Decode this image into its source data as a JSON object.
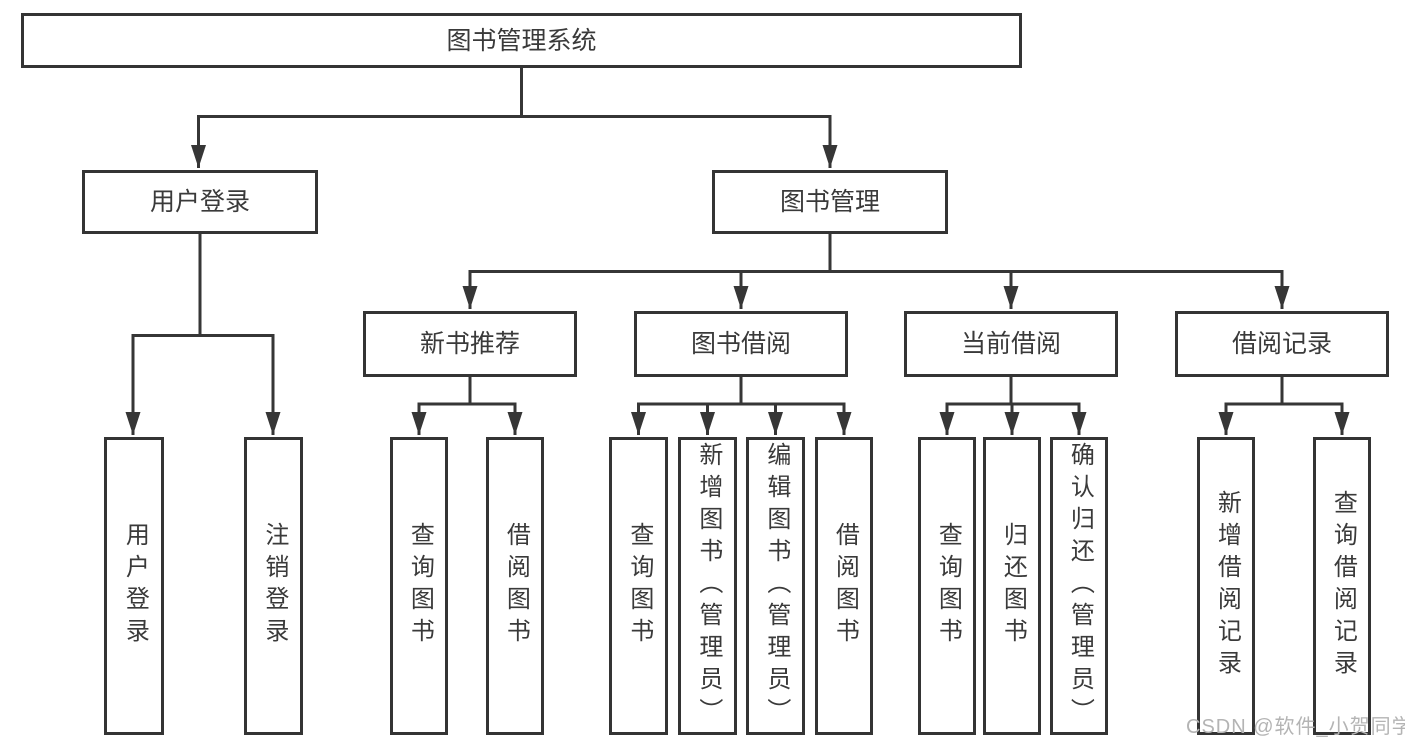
{
  "tree": {
    "root": {
      "label": "图书管理系统"
    },
    "login": {
      "label": "用户登录",
      "children": [
        "用户登录",
        "注销登录"
      ]
    },
    "management": {
      "label": "图书管理",
      "groups": [
        {
          "label": "新书推荐",
          "children": [
            "查询图书",
            "借阅图书"
          ]
        },
        {
          "label": "图书借阅",
          "children": [
            "查询图书",
            "新增图书（管理员）",
            "编辑图书（管理员）",
            "借阅图书"
          ]
        },
        {
          "label": "当前借阅",
          "children": [
            "查询图书",
            "归还图书",
            "确认归还（管理员）"
          ]
        },
        {
          "label": "借阅记录",
          "children": [
            "新增借阅记录",
            "查询借阅记录"
          ]
        }
      ]
    }
  },
  "watermark": "CSDN @软件_小贺同学",
  "colors": {
    "line": "#363636",
    "text": "#3a3a3a",
    "watermark": "#b4b4b4",
    "background": "#ffffff"
  }
}
